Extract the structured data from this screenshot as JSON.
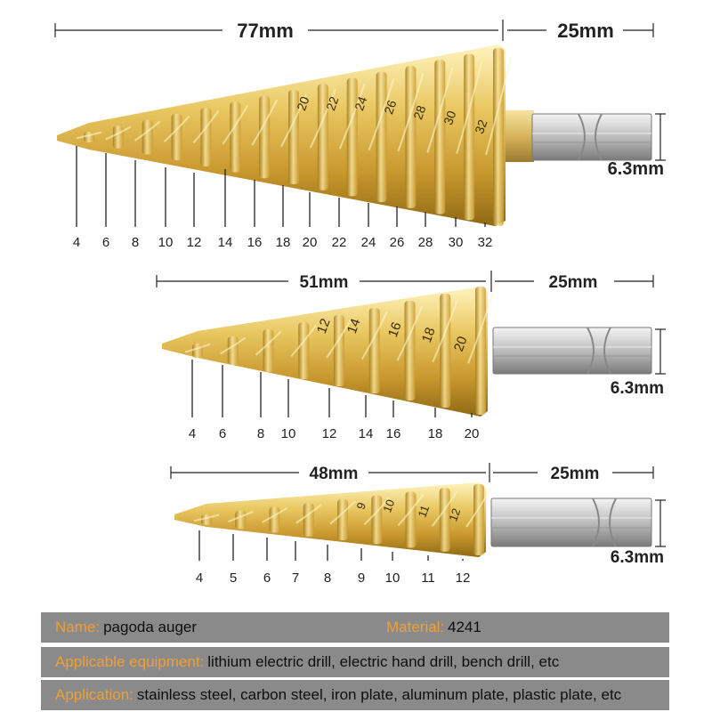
{
  "bits": [
    {
      "id": "large",
      "length_label": "77mm",
      "shank_label": "25mm",
      "diameter_label": "6.3mm",
      "steps": [
        "4",
        "6",
        "8",
        "10",
        "12",
        "14",
        "16",
        "18",
        "20",
        "22",
        "24",
        "26",
        "28",
        "30",
        "32"
      ],
      "face_labels": [
        "20",
        "22",
        "24",
        "26",
        "28",
        "30",
        "32"
      ]
    },
    {
      "id": "medium",
      "length_label": "51mm",
      "shank_label": "25mm",
      "diameter_label": "6.3mm",
      "steps": [
        "4",
        "6",
        "8",
        "10",
        "12",
        "14",
        "16",
        "18",
        "20"
      ],
      "face_labels": [
        "12",
        "14",
        "16",
        "18",
        "20"
      ]
    },
    {
      "id": "small",
      "length_label": "48mm",
      "shank_label": "25mm",
      "diameter_label": "6.3mm",
      "steps": [
        "4",
        "5",
        "6",
        "7",
        "8",
        "9",
        "10",
        "11",
        "12"
      ],
      "face_labels": [
        "9",
        "10",
        "11",
        "12"
      ]
    }
  ],
  "info": {
    "name_label": "Name:",
    "name_value": "pagoda auger",
    "material_label": "Material:",
    "material_value": "4241",
    "equipment_label": "Applicable equipment:",
    "equipment_value": "lithium electric drill, electric hand drill, bench drill, etc",
    "application_label": "Application:",
    "application_value": "stainless steel, carbon steel, iron plate, aluminum plate, plastic plate, etc"
  },
  "colors": {
    "gold_light": "#f8e7a0",
    "gold_mid": "#e2bc52",
    "gold_dark": "#9c7418",
    "steel_light": "#e8e8e8",
    "steel_dark": "#8c8c8c",
    "bar_bg": "#8a8a8a",
    "label_orange": "#f0a033"
  }
}
